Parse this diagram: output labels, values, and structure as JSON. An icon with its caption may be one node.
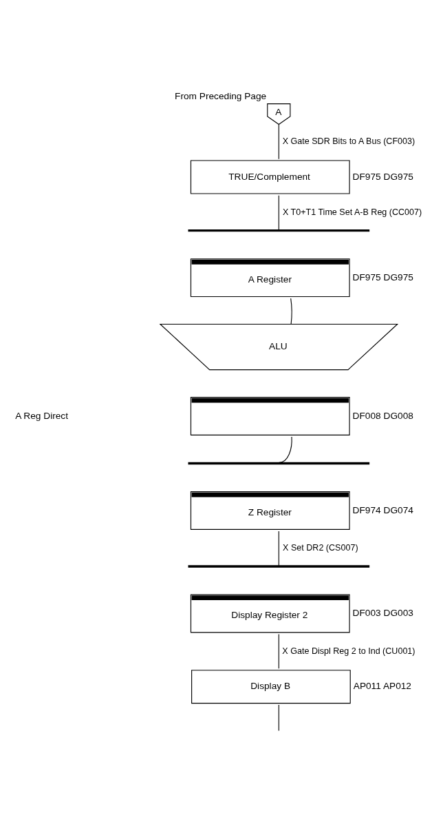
{
  "diagram": {
    "nodes": [
      {
        "text": [
          "A"
        ],
        "beside": [
          "From Preceding Page"
        ]
      },
      {
        "text": [
          "TRUE/Complement"
        ],
        "beside": [
          "DF975 DG975"
        ]
      },
      {
        "text": [],
        "shape": "bar"
      },
      {
        "text": [
          "A Register"
        ],
        "beside": [
          "DF975 DG975"
        ]
      },
      {
        "text": [
          "ALU"
        ]
      },
      {
        "text": [],
        "shape": "box",
        "beside": [
          "DF008 DG008"
        ]
      },
      {
        "text": [],
        "shape": "bar"
      },
      {
        "text": [
          "Z Register"
        ],
        "beside": [
          "DF974 DG074"
        ]
      },
      {
        "text": [],
        "shape": "bar"
      },
      {
        "text": [
          "Display Register 2"
        ],
        "beside": [
          "DF003 DG003"
        ]
      },
      {
        "text": [
          "Display B"
        ],
        "beside": [
          "AP011 AP012"
        ]
      }
    ],
    "edges": [
      {
        "from": 0,
        "to": 1,
        "arrow": "none",
        "label": "X Gate SDR Bits to A Bus (CF003)"
      },
      {
        "from": 1,
        "to": 2,
        "arrow": "none",
        "label": "X T0+T1 Time Set A-B Reg (CC007)"
      },
      {
        "from": 3,
        "to": 4,
        "arrow": "none"
      },
      {
        "from": 5,
        "to": 6,
        "arrow": "none"
      },
      {
        "from": 7,
        "to": 8,
        "arrow": "none",
        "label": "X Set DR2 (CS007)"
      },
      {
        "from": 9,
        "to": 10,
        "arrow": "none",
        "label": "X Gate Displ Reg 2 to Ind (CU001)"
      },
      {
        "from": 10,
        "to": null,
        "arrow": "none"
      }
    ],
    "labels": [
      "A Reg Direct"
    ]
  }
}
